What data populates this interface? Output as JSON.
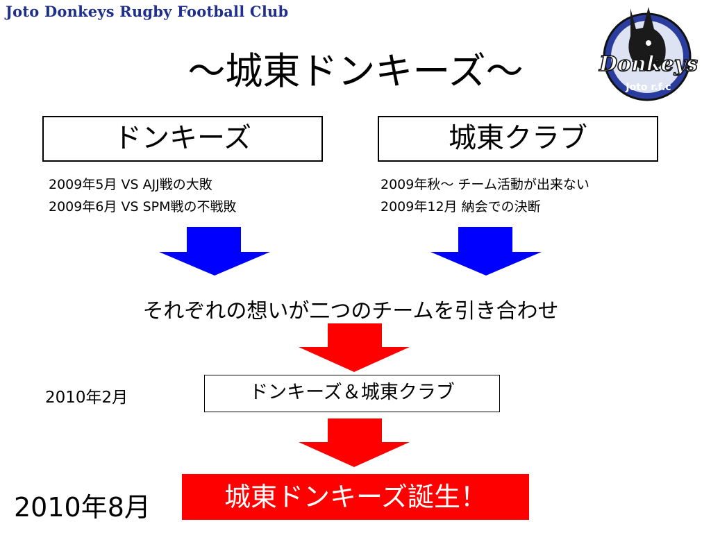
{
  "header": {
    "club_name": "Joto Donkeys Rugby Football Club",
    "title": "～城東ドンキーズ～"
  },
  "logo": {
    "text": "Donkeys",
    "subtext": "Joto r.f.c"
  },
  "left_team": {
    "name": "ドンキーズ",
    "history": [
      "2009年5月 VS AJJ戦の大敗",
      "2009年6月 VS SPM戦の不戦敗"
    ]
  },
  "right_team": {
    "name": "城東クラブ",
    "history": [
      "2009年秋～ チーム活動が出来ない",
      "2009年12月 納会での決断"
    ]
  },
  "merge_text": "それぞれの想いが二つのチームを引き合わせ",
  "merge": {
    "date": "2010年2月",
    "name": "ドンキーズ＆城東クラブ"
  },
  "birth": {
    "date": "2010年8月",
    "text": "城東ドンキーズ誕生！"
  },
  "colors": {
    "header_blue": "#1f2f8c",
    "arrow_blue": "#0000ff",
    "arrow_red": "#ff0000",
    "birth_box": "#ff0000"
  },
  "icons": {
    "arrow_blue": "down-arrow-icon",
    "arrow_red": "down-arrow-icon",
    "logo": "donkey-logo-icon"
  }
}
